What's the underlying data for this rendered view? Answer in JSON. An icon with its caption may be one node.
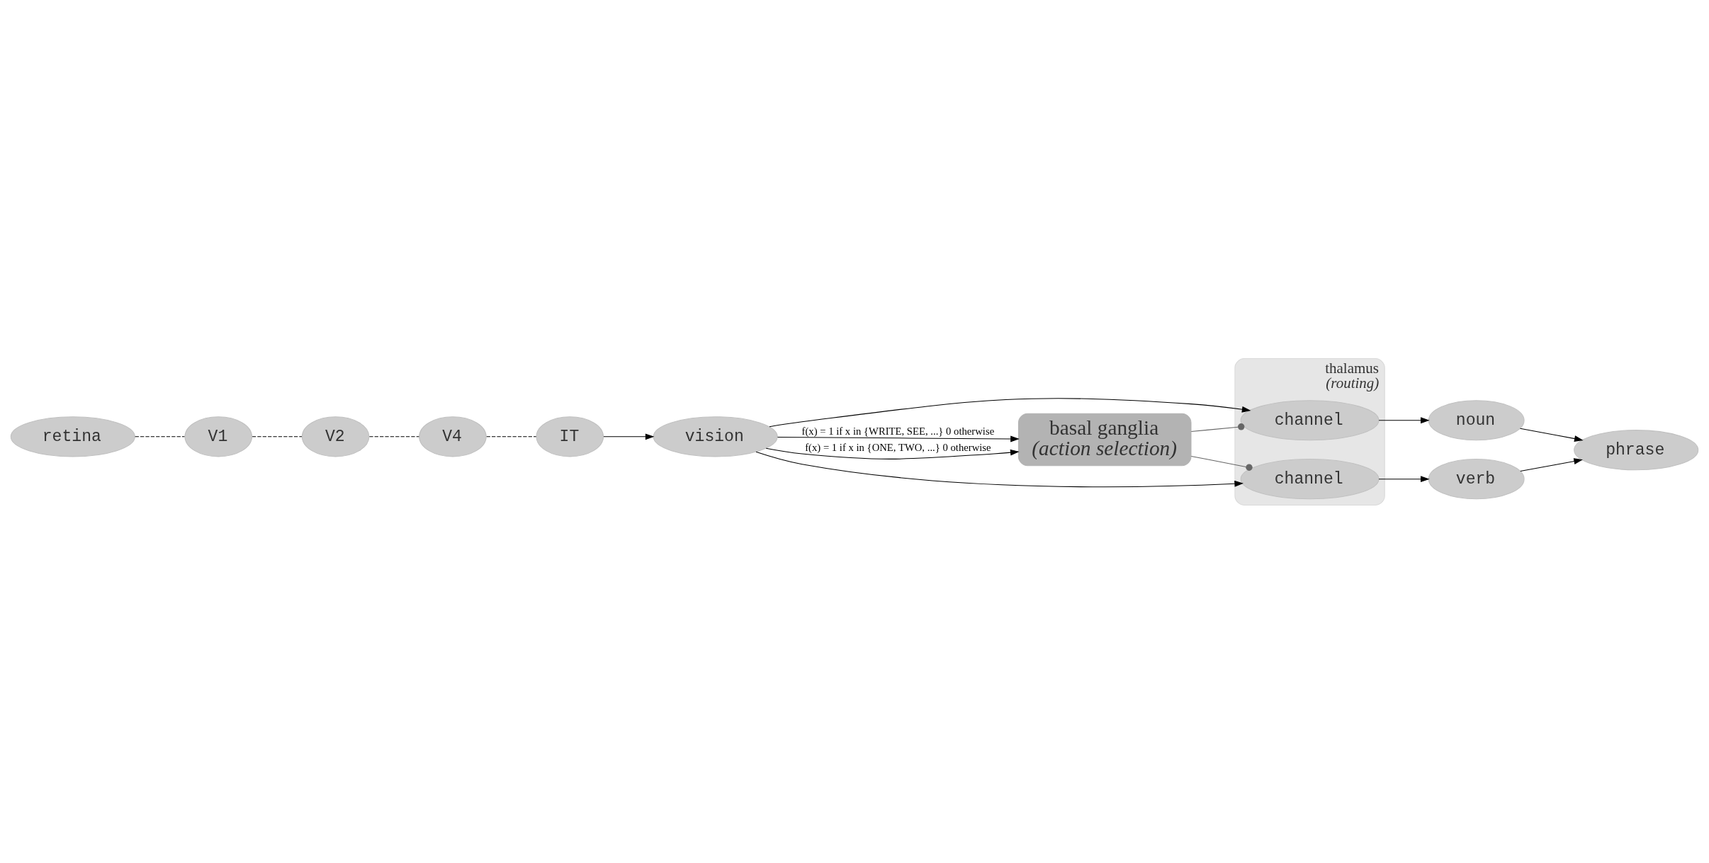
{
  "diagram": {
    "nodes": [
      {
        "text": [
          "vision"
        ]
      },
      {
        "text": [
          "IT"
        ]
      },
      {
        "text": [
          "V4"
        ]
      },
      {
        "text": [
          "V2"
        ]
      },
      {
        "text": [
          "V1"
        ]
      },
      {
        "text": [
          "retina"
        ]
      },
      {
        "text": [
          "basal ganglia",
          "(action selection)"
        ]
      },
      {
        "text": [
          "thalamus",
          "(routing)"
        ]
      },
      {
        "text": [
          "channel"
        ],
        "in": 7
      },
      {
        "text": [
          "channel"
        ],
        "in": 7
      },
      {
        "text": [
          "noun"
        ]
      },
      {
        "text": [
          "verb"
        ]
      },
      {
        "text": [
          "phrase"
        ]
      }
    ],
    "edges": [
      {
        "from": 5,
        "to": 4,
        "arrow": "none",
        "style": "dashed"
      },
      {
        "from": 4,
        "to": 3,
        "arrow": "none",
        "style": "dashed"
      },
      {
        "from": 3,
        "to": 2,
        "arrow": "none",
        "style": "dashed"
      },
      {
        "from": 2,
        "to": 1,
        "arrow": "none",
        "style": "dashed"
      },
      {
        "from": 1,
        "to": 0,
        "arrow": "to"
      },
      {
        "from": 0,
        "to": 6,
        "arrow": "to",
        "label": "f(x) = 1 if x in {ONE, TWO, ...} 0 otherwise"
      },
      {
        "from": 0,
        "to": 6,
        "arrow": "to",
        "label": "f(x) = 1 if x in {WRITE, SEE, ...} 0 otherwise"
      },
      {
        "from": 0,
        "to": 8,
        "arrow": "to"
      },
      {
        "from": 0,
        "to": 9,
        "arrow": "to"
      },
      {
        "from": 6,
        "to": 8,
        "arrow": "other",
        "color": "#666666"
      },
      {
        "from": 6,
        "to": 9,
        "arrow": "other",
        "color": "#666666"
      },
      {
        "from": 8,
        "to": 10,
        "arrow": "to"
      },
      {
        "from": 9,
        "to": 11,
        "arrow": "to"
      },
      {
        "from": 10,
        "to": 12,
        "arrow": "to"
      },
      {
        "from": 11,
        "to": 12,
        "arrow": "to"
      }
    ]
  }
}
